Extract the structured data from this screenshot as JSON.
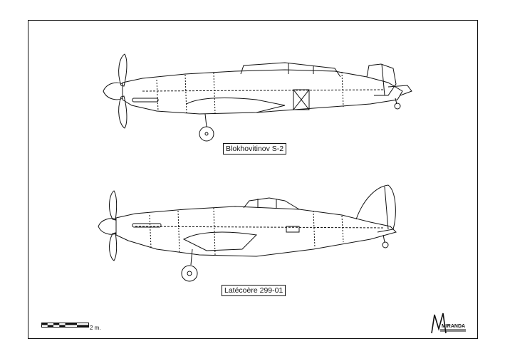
{
  "aircraft": [
    {
      "name": "Blokhovitinov S-2"
    },
    {
      "name": "Latécoère 299-01"
    }
  ],
  "scale": {
    "label": "2 m."
  },
  "logo": {
    "text": "MIRANDA"
  }
}
